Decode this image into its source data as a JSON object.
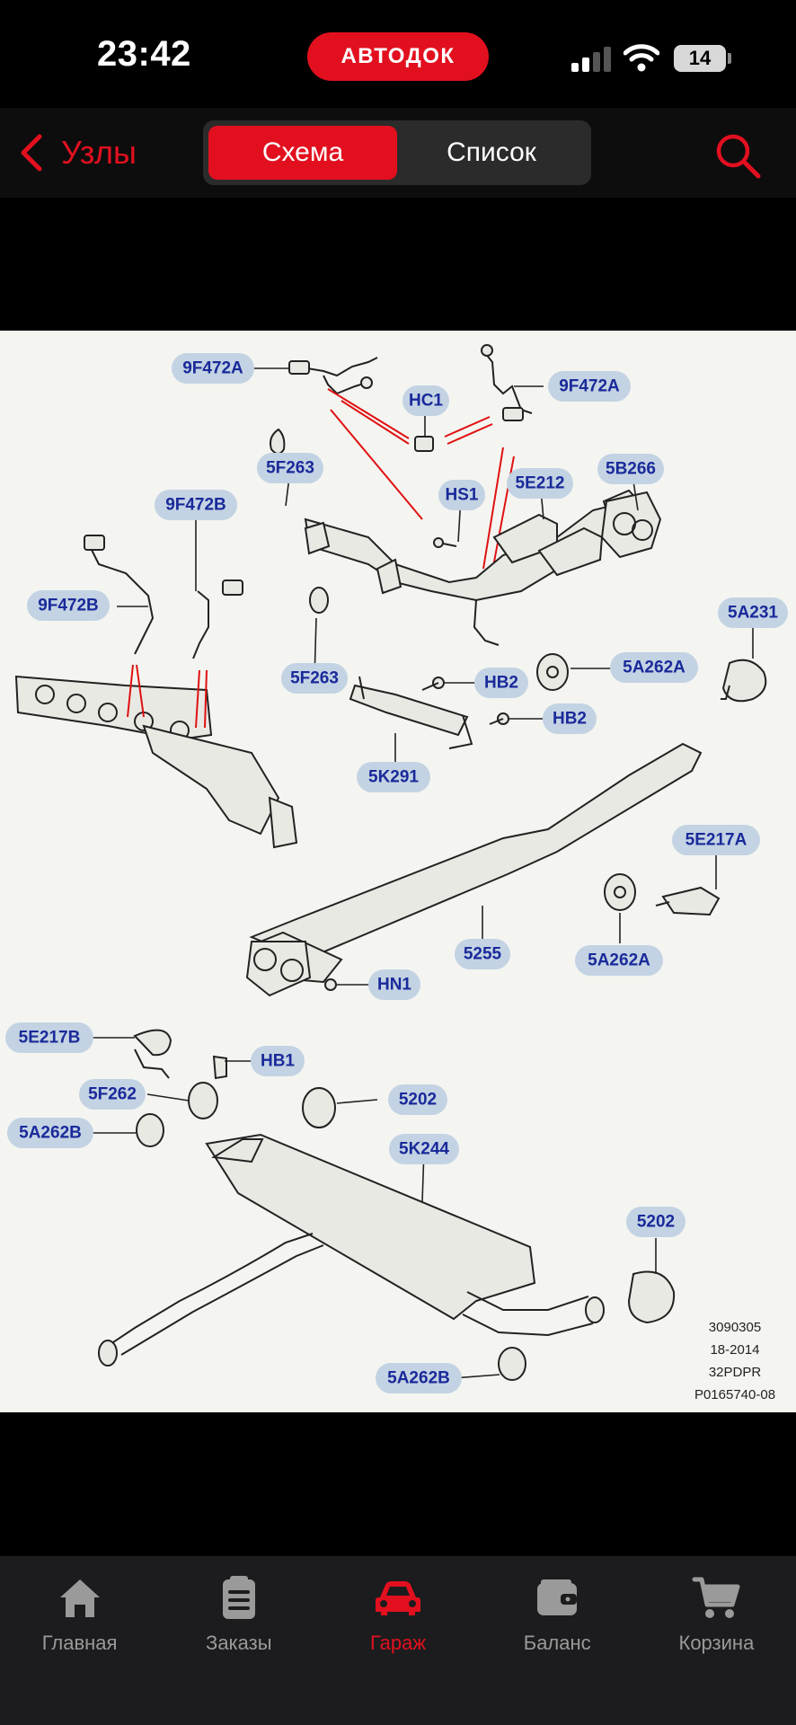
{
  "status": {
    "time": "23:42",
    "brand": "АВТОДОК",
    "battery": "14"
  },
  "nav": {
    "back_label": "Узлы",
    "tabs": [
      "Схема",
      "Список"
    ],
    "active_tab": 0
  },
  "diagram": {
    "labels": {
      "l1": "9F472A",
      "l2": "9F472A",
      "l3": "HC1",
      "l4": "5F263",
      "l5": "HS1",
      "l6": "5E212",
      "l7": "5B266",
      "l8": "9F472B",
      "l9": "9F472B",
      "l10": "5A231",
      "l11": "5A262A",
      "l12": "5F263",
      "l13": "HB2",
      "l14": "HB2",
      "l15": "5K291",
      "l16": "5E217A",
      "l17": "5255",
      "l18": "5A262A",
      "l19": "HN1",
      "l20": "5E217B",
      "l21": "HB1",
      "l22": "5F262",
      "l23": "5202",
      "l24": "5A262B",
      "l25": "5K244",
      "l26": "5202",
      "l27": "5A262B"
    },
    "reference": [
      "3090305",
      "18-2014",
      "32PDPR",
      "P0165740-08"
    ]
  },
  "tabbar": {
    "items": [
      {
        "label": "Главная",
        "icon": "home-icon"
      },
      {
        "label": "Заказы",
        "icon": "orders-icon"
      },
      {
        "label": "Гараж",
        "icon": "car-icon"
      },
      {
        "label": "Баланс",
        "icon": "wallet-icon"
      },
      {
        "label": "Корзина",
        "icon": "cart-icon"
      }
    ],
    "active_index": 2
  },
  "colors": {
    "accent": "#e2101f",
    "label_bg": "#c3d3e3",
    "label_text": "#1a2a9a",
    "diagram_bg": "#f4f5f1"
  }
}
